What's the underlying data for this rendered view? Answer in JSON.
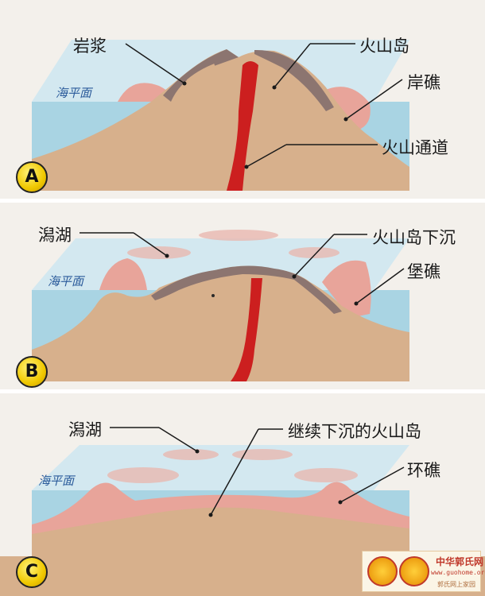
{
  "panels": [
    {
      "badge": "A",
      "sea_level_label": "海平面",
      "labels": {
        "magma": "岩浆",
        "volcanic_island": "火山岛",
        "fringing_reef": "岸礁",
        "volcanic_conduit": "火山通道"
      }
    },
    {
      "badge": "B",
      "sea_level_label": "海平面",
      "labels": {
        "lagoon": "潟湖",
        "sinking_island": "火山岛下沉",
        "barrier_reef": "堡礁"
      }
    },
    {
      "badge": "C",
      "sea_level_label": "海平面",
      "labels": {
        "lagoon": "潟湖",
        "continuing_sinking_island": "继续下沉的火山岛",
        "atoll": "环礁"
      }
    }
  ],
  "colors": {
    "sea": "#a9d4e3",
    "sea_top": "#d3e8f0",
    "land": "#d7b08c",
    "reef": "#e8a49a",
    "magma": "#cc1f1f",
    "rock": "#8c7570",
    "badge": "#f0c800"
  },
  "watermark": {
    "title": "中华郭氏网",
    "url": "www.guohome.org",
    "tagline": "郭氏网上家园"
  }
}
